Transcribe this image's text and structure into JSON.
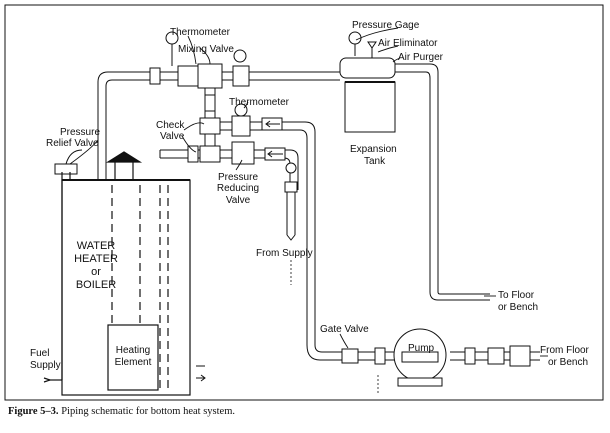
{
  "labels": {
    "thermometer_top": "Thermometer",
    "mixing_valve": "Mixing Valve",
    "pressure_gage": "Pressure Gage",
    "air_eliminator": "Air Eliminator",
    "air_purger": "Air Purger",
    "thermometer_mid": "Thermometer",
    "check_valve_1": "Check",
    "check_valve_2": "Valve",
    "pressure_relief_1": "Pressure",
    "pressure_relief_2": "Relief Valve",
    "expansion_tank_1": "Expansion",
    "expansion_tank_2": "Tank",
    "pressure_reducing_1": "Pressure",
    "pressure_reducing_2": "Reducing",
    "pressure_reducing_3": "Valve",
    "from_supply": "From Supply",
    "water_heater_1": "WATER",
    "water_heater_2": "HEATER",
    "water_heater_3": "or",
    "water_heater_4": "BOILER",
    "heating_element_1": "Heating",
    "heating_element_2": "Element",
    "fuel_supply_1": "Fuel",
    "fuel_supply_2": "Supply",
    "gate_valve": "Gate Valve",
    "pump": "Pump",
    "to_floor_1": "To Floor",
    "to_floor_2": "or Bench",
    "from_floor_1": "From Floor",
    "from_floor_2": "or Bench"
  },
  "caption": {
    "number": "Figure 5–3.",
    "text": "Piping schematic for bottom heat system."
  }
}
